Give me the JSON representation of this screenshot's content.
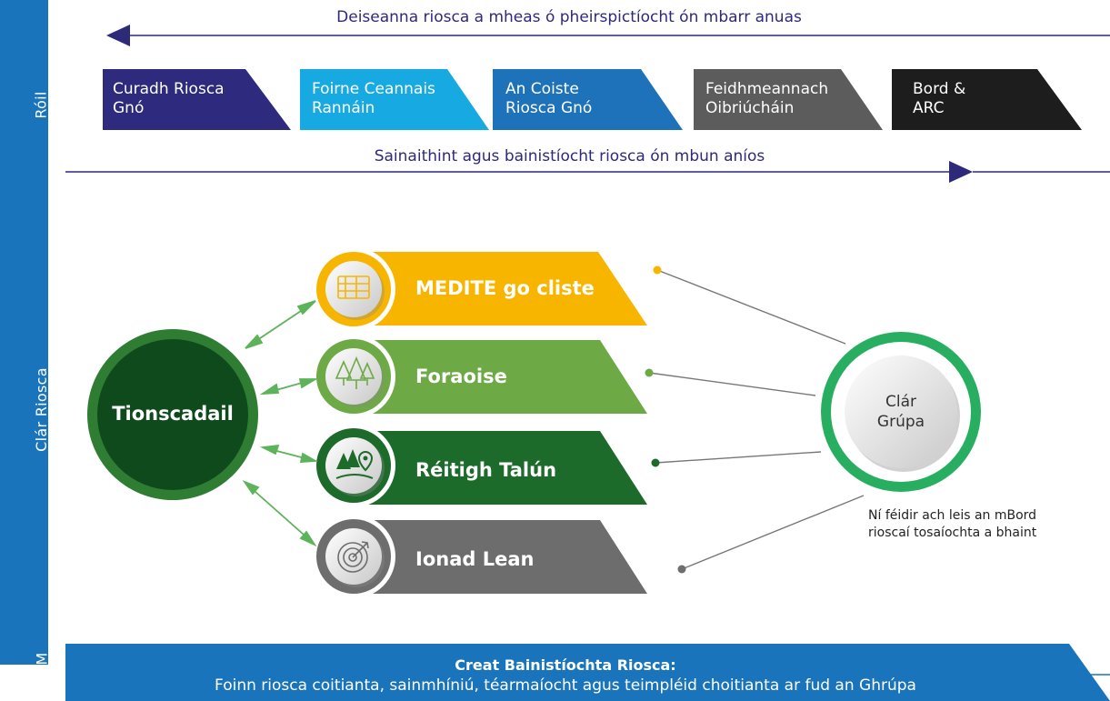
{
  "side_labels": {
    "roles": "Róil",
    "register": "Clár Riosca",
    "erm": "ERM"
  },
  "top_caption": "Deiseanna riosca a mheas ó pheirspictíocht ón mbarr anuas",
  "bottom_caption": "Sainaithint agus bainistíocht riosca ón mbun aníos",
  "roles": [
    {
      "line1": "Curadh Riosca",
      "line2": "Gnó",
      "color": "#2e2a7e"
    },
    {
      "line1": "Foirne Ceannais",
      "line2": "Rannáin",
      "color": "#17a9e1"
    },
    {
      "line1": "An Coiste",
      "line2": "Riosca Gnó",
      "color": "#1e72ba"
    },
    {
      "line1": "Feidhmeannach",
      "line2": "Oibriúcháin",
      "color": "#5c5c5c"
    },
    {
      "line1": "Bord &",
      "line2": "ARC",
      "color": "#1d1d1d"
    }
  ],
  "center_node": {
    "label": "Tionscadail",
    "color": "#0f4a1c"
  },
  "registers": [
    {
      "label": "MEDITE go cliste",
      "icon": "medite-board-icon",
      "color": "#f7b500"
    },
    {
      "label": "Foraoise",
      "icon": "forest-trees-icon",
      "color": "#6daa45"
    },
    {
      "label": "Réitigh Talún",
      "icon": "land-map-pin-icon",
      "color": "#1c6b2a"
    },
    {
      "label": "Ionad Lean",
      "icon": "target-arrow-icon",
      "color": "#6d6d6d"
    }
  ],
  "group_register": {
    "line1": "Clár",
    "line2": "Grúpa",
    "ring_color": "#27ae60"
  },
  "group_note": {
    "line1": "Ní féidir ach leis an mBord",
    "line2": "rioscaí tosaíochta a bhaint"
  },
  "erm_banner": {
    "title": "Creat Bainistíochta Riosca:",
    "subtitle": "Foinn riosca coitianta, sainmhíniú, téarmaíocht agus teimpléid choitianta ar fud an Ghrúpa",
    "color": "#1a74bb"
  },
  "colors": {
    "accent": "#2d2a7a",
    "arrow_green": "#5db35a",
    "connector_gray": "#777777"
  }
}
